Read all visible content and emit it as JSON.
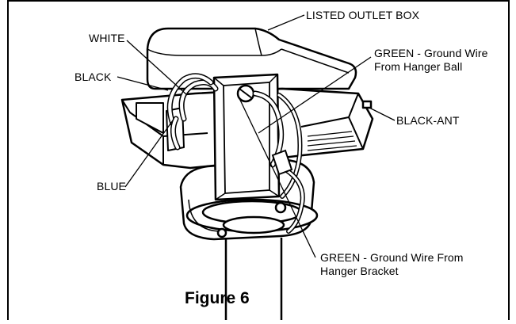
{
  "figure": {
    "caption": "Figure 6",
    "labels": {
      "outlet_box": "LISTED OUTLET BOX",
      "white": "WHITE",
      "black": "BLACK",
      "green_ball_line1": "GREEN - Ground Wire",
      "green_ball_line2": "From Hanger Ball",
      "black_ant": "BLACK-ANT",
      "blue": "BLUE",
      "green_bracket_line1": "GREEN - Ground Wire From",
      "green_bracket_line2": "Hanger Bracket"
    }
  }
}
